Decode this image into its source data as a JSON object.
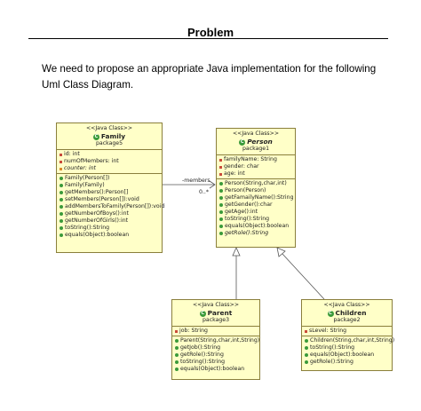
{
  "page": {
    "title": "Problem",
    "intro_line1": "We need to propose an appropriate Java implementation for the following",
    "intro_line2": "Uml Class Diagram."
  },
  "classes": {
    "family": {
      "stereotype": "<<Java Class>>",
      "name": "Family",
      "package": "package5",
      "attributes": [
        {
          "text": "id: int",
          "vis": "private"
        },
        {
          "text": "numOfMembers: int",
          "vis": "private"
        },
        {
          "text": "counter: int",
          "vis": "static"
        }
      ],
      "methods": [
        "Family(Person[])",
        "Family(Family)",
        "getMembers():Person[]",
        "setMembers(Person[]):void",
        "addMembersToFamily(Person[]):void",
        "getNumberOfBoys():int",
        "getNumberOfGirls():int",
        "toString():String",
        "equals(Object):boolean"
      ]
    },
    "person": {
      "stereotype": "<<Java Class>>",
      "name": "Person",
      "package": "package1",
      "attributes": [
        "familyName: String",
        "gender: char",
        "age: int"
      ],
      "methods": [
        "Person(String,char,int)",
        "Person(Person)",
        "getFamailyName():String",
        "getGender():char",
        "getAge():int",
        "toString():String",
        "equals(Object):boolean",
        "getRole():String"
      ]
    },
    "parent": {
      "stereotype": "<<Java Class>>",
      "name": "Parent",
      "package": "package3",
      "attributes": [
        "job: String"
      ],
      "methods": [
        "Parent(String,char,int,String)",
        "getJob():String",
        "getRole():String",
        "toString():String",
        "equals(Object):boolean"
      ]
    },
    "children": {
      "stereotype": "<<Java Class>>",
      "name": "Children",
      "package": "package2",
      "attributes": [
        "sLevel: String"
      ],
      "methods": [
        "Children(String,char,int,String)",
        "toString():String",
        "equals(Object):boolean",
        "getRole():String"
      ]
    }
  },
  "association": {
    "role": "-members",
    "multiplicity": "0..*"
  },
  "colors": {
    "class_fill": "#ffffc8",
    "class_border": "#8a7f3c",
    "method_icon": "#3a9a3a",
    "private_attr_icon": "#c94a3a"
  }
}
